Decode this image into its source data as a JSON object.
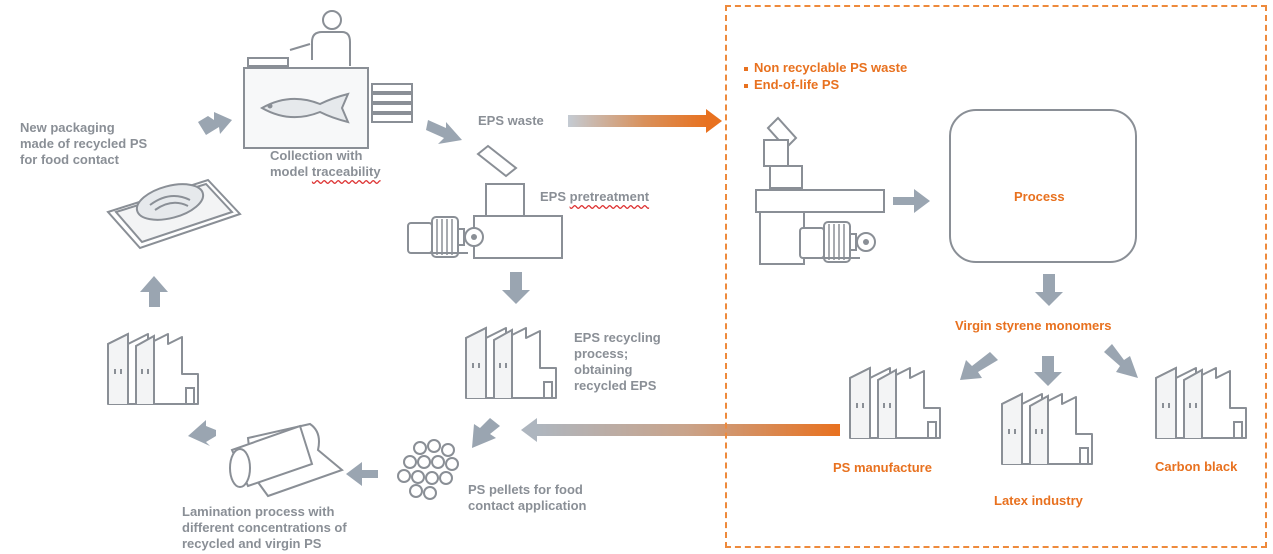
{
  "labels": {
    "new_packaging": [
      "New packaging",
      "made of recycled PS",
      "for food contact"
    ],
    "collection": [
      "Collection with",
      "model traceability"
    ],
    "eps_waste": "EPS waste",
    "eps_pretreatment": "EPS pretreatment",
    "eps_recycling": [
      "EPS recycling",
      "process;",
      "obtaining",
      "recycled EPS"
    ],
    "ps_pellets": [
      "PS pellets for food",
      "contact application"
    ],
    "lamination": [
      "Lamination process with",
      "different concentrations of",
      "recycled and virgin PS"
    ],
    "non_recyclable": "Non recyclable PS waste",
    "end_of_life": "End-of-life PS",
    "process": "Process",
    "virgin_styrene": "Virgin styrene monomers",
    "ps_manufacture": "PS manufacture",
    "latex_industry": "Latex industry",
    "carbon_black": "Carbon black"
  },
  "colors": {
    "gray_text": "#8a8f96",
    "orange": "#e8711f",
    "arrow_gray": "#9aa5b1",
    "dashed_border": "#ee8a3c"
  }
}
